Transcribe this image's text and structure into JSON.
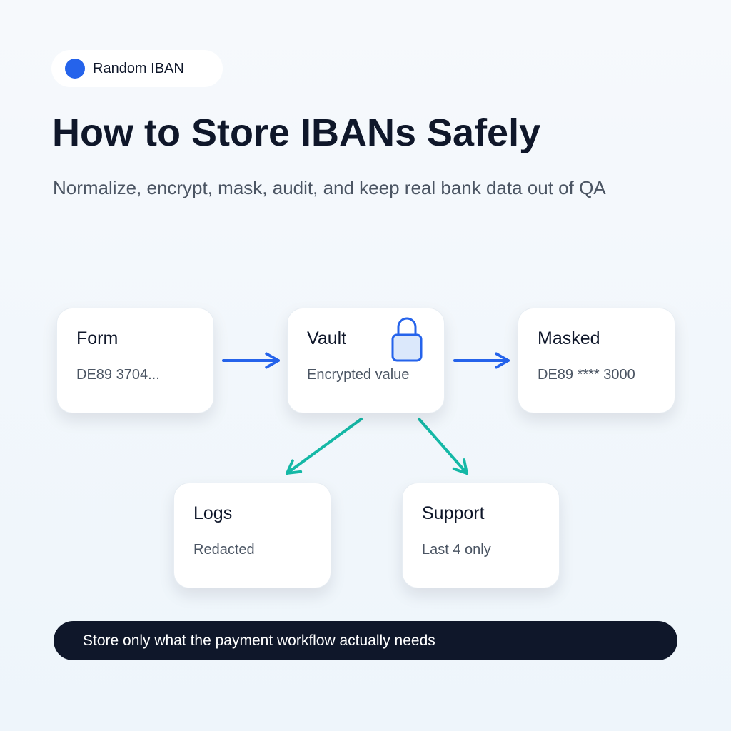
{
  "badge": {
    "label": "Random IBAN",
    "dot_color": "#2563eb"
  },
  "header": {
    "title": "How to Store IBANs Safely",
    "subtitle": "Normalize, encrypt, mask, audit, and keep real bank data out of QA"
  },
  "diagram": {
    "nodes": [
      {
        "id": "form",
        "title": "Form",
        "value": "DE89 3704..."
      },
      {
        "id": "vault",
        "title": "Vault",
        "value": "Encrypted value",
        "icon": "lock-icon"
      },
      {
        "id": "masked",
        "title": "Masked",
        "value": "DE89 **** 3000"
      },
      {
        "id": "logs",
        "title": "Logs",
        "value": "Redacted"
      },
      {
        "id": "support",
        "title": "Support",
        "value": "Last 4 only"
      }
    ],
    "edges": [
      {
        "from": "form",
        "to": "vault",
        "color": "#2563eb"
      },
      {
        "from": "vault",
        "to": "masked",
        "color": "#2563eb"
      },
      {
        "from": "vault",
        "to": "logs",
        "color": "#14b8a6"
      },
      {
        "from": "vault",
        "to": "support",
        "color": "#14b8a6"
      }
    ]
  },
  "footer": {
    "text": "Store only what the payment workflow actually needs"
  },
  "colors": {
    "primary": "#2563eb",
    "teal": "#14b8a6",
    "dark": "#0f172a",
    "muted": "#4b5563"
  }
}
